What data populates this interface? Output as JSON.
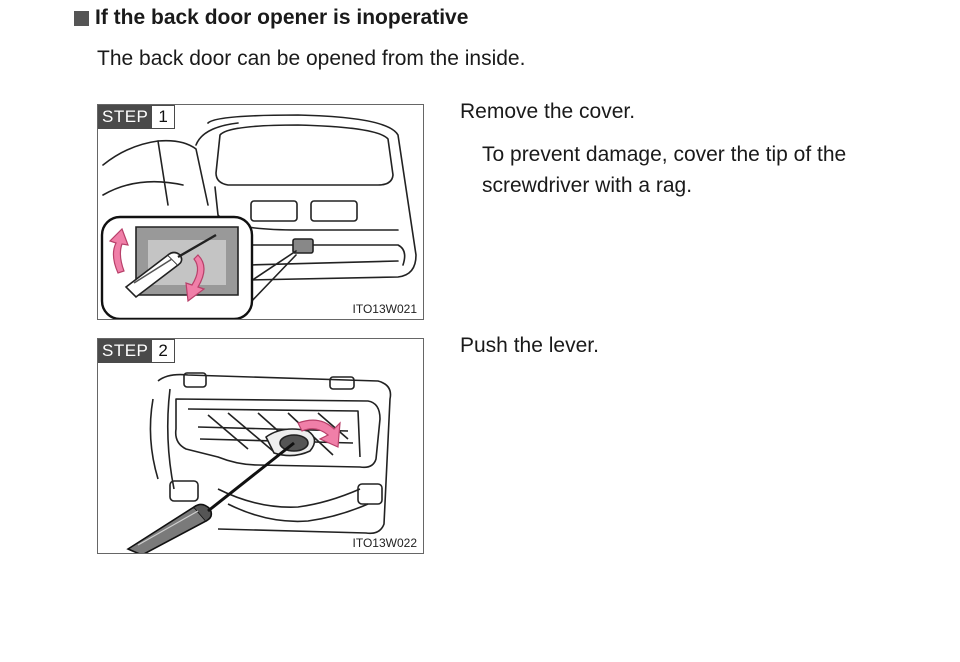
{
  "section": {
    "heading": "If the back door opener is inoperative",
    "intro": "The back door can be opened from the inside."
  },
  "steps": [
    {
      "step_word": "STEP",
      "number": "1",
      "figure_code": "ITO13W021",
      "instruction": "Remove the cover.",
      "note": "To prevent damage, cover the tip of the screwdriver with a rag."
    },
    {
      "step_word": "STEP",
      "number": "2",
      "figure_code": "ITO13W022",
      "instruction": "Push the lever."
    }
  ],
  "colors": {
    "arrow": "#f07fa8",
    "badge": "#4a4a4a"
  }
}
